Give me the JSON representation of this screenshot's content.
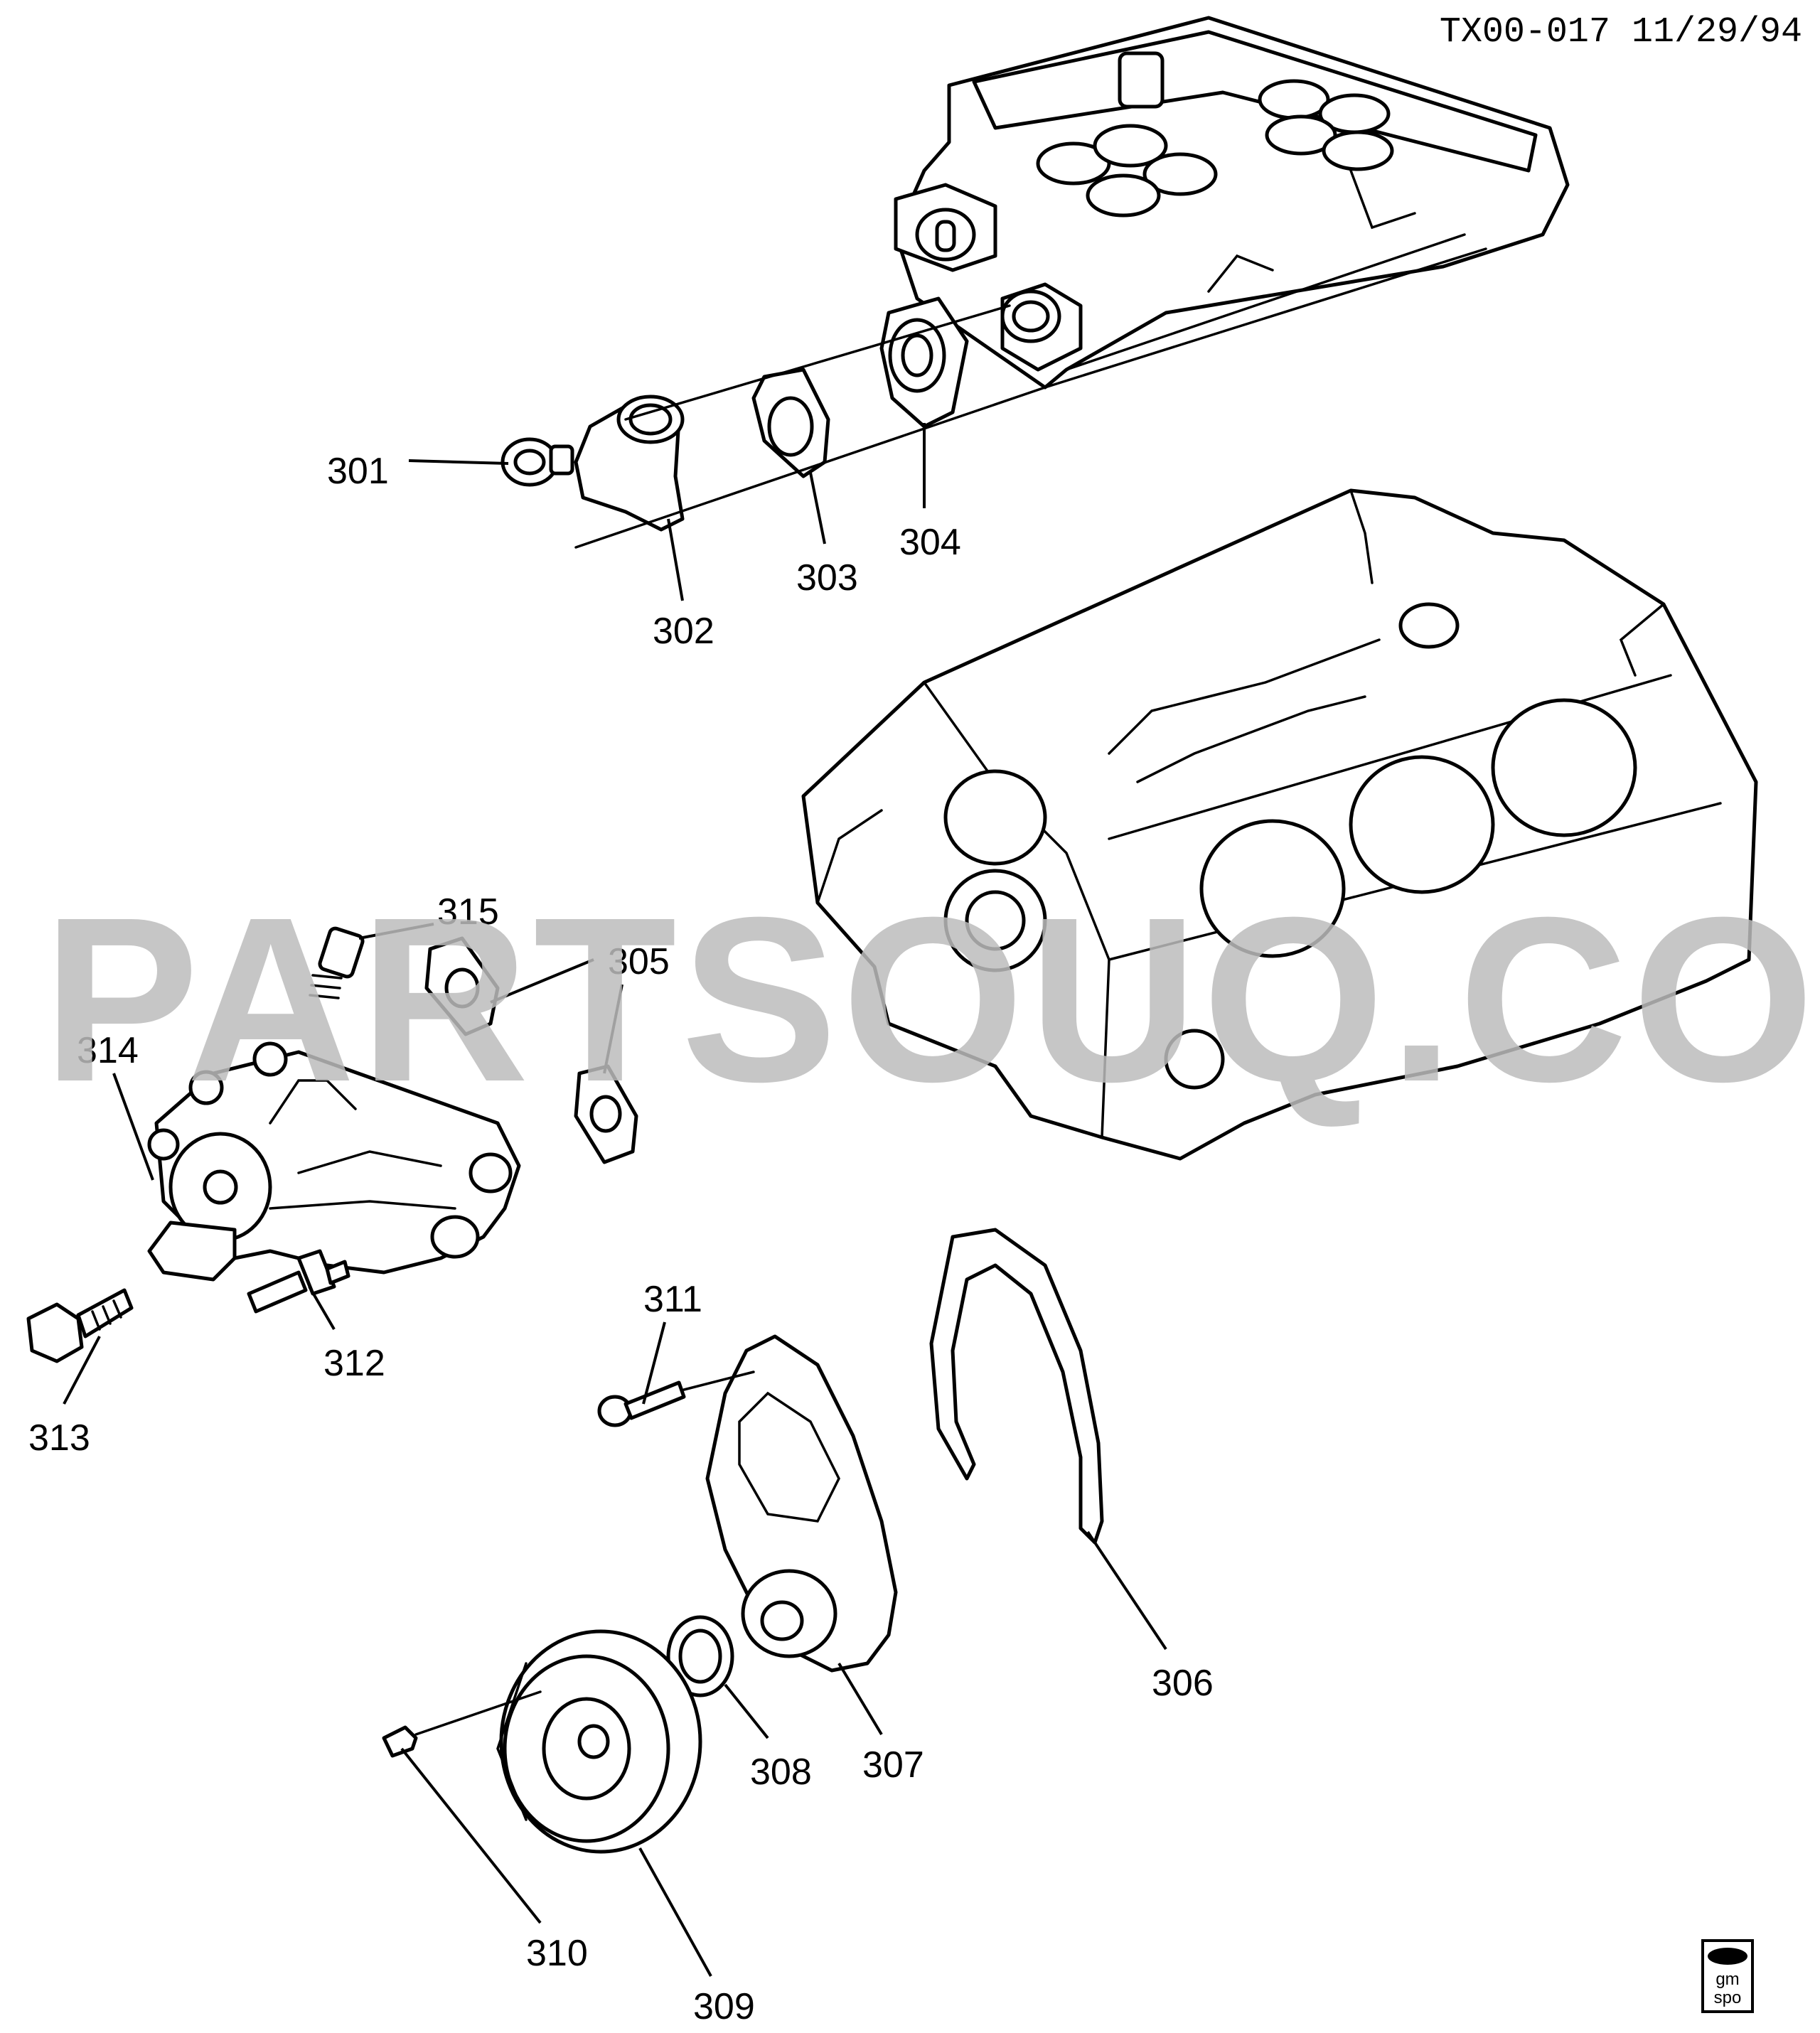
{
  "header": {
    "drawing_id": "TX00-017 11/29/94"
  },
  "watermark": {
    "text": "PARTSOUQ.COM"
  },
  "logo": {
    "line1": "gm",
    "line2": "spo"
  },
  "callouts": [
    {
      "id": "301",
      "label": "301"
    },
    {
      "id": "302",
      "label": "302"
    },
    {
      "id": "303",
      "label": "303"
    },
    {
      "id": "304",
      "label": "304"
    },
    {
      "id": "305",
      "label": "305"
    },
    {
      "id": "306",
      "label": "306"
    },
    {
      "id": "307",
      "label": "307"
    },
    {
      "id": "308",
      "label": "308"
    },
    {
      "id": "309",
      "label": "309"
    },
    {
      "id": "310",
      "label": "310"
    },
    {
      "id": "311",
      "label": "311"
    },
    {
      "id": "312",
      "label": "312"
    },
    {
      "id": "313",
      "label": "313"
    },
    {
      "id": "314",
      "label": "314"
    },
    {
      "id": "315",
      "label": "315"
    }
  ]
}
